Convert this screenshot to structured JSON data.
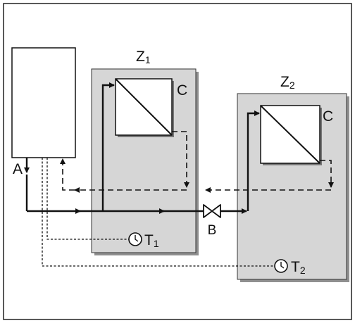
{
  "labels": {
    "source": "A",
    "valve": "B",
    "zone1_main": "Z",
    "zone1_sub": "1",
    "zone2_main": "Z",
    "zone2_sub": "2",
    "coil1": "C",
    "coil2": "C",
    "thermo1_main": "T",
    "thermo1_sub": "1",
    "thermo2_main": "T",
    "thermo2_sub": "2"
  },
  "colors": {
    "zone_fill": "#d6d6d6",
    "zone_shadow": "#8f8f8f",
    "line": "#111111",
    "background": "#ffffff"
  },
  "icons": [
    "clock-icon",
    "valve-icon",
    "arrow-head-icon"
  ]
}
